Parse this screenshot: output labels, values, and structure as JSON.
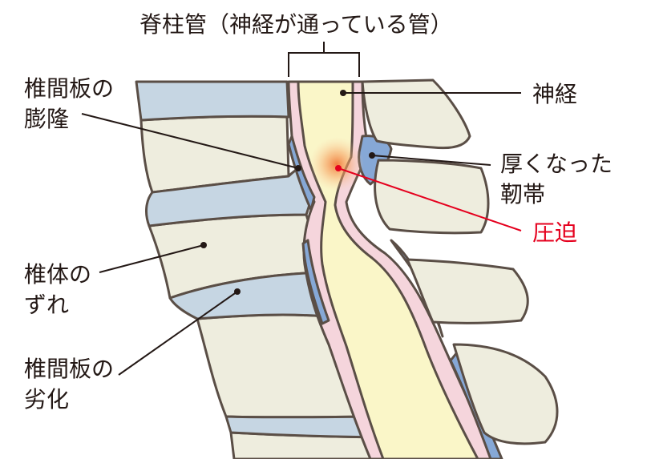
{
  "labels": {
    "spinal_canal": "脊柱管（神経が通っている管）",
    "disc_bulge_1": "椎間板の",
    "disc_bulge_2": "膨隆",
    "nerve": "神経",
    "ligament_1": "厚くなった",
    "ligament_2": "靭帯",
    "compression": "圧迫",
    "slip_1": "椎体の",
    "slip_2": "ずれ",
    "degeneration_1": "椎間板の",
    "degeneration_2": "劣化"
  },
  "colors": {
    "outline": "#5a4e46",
    "bone": "#eeedde",
    "disc": "#c6d6e3",
    "nerve": "#faf6c8",
    "dura": "#f5d5dc",
    "ligament": "#86a8d6",
    "compression_red": "#e5001e",
    "text": "#231815"
  }
}
